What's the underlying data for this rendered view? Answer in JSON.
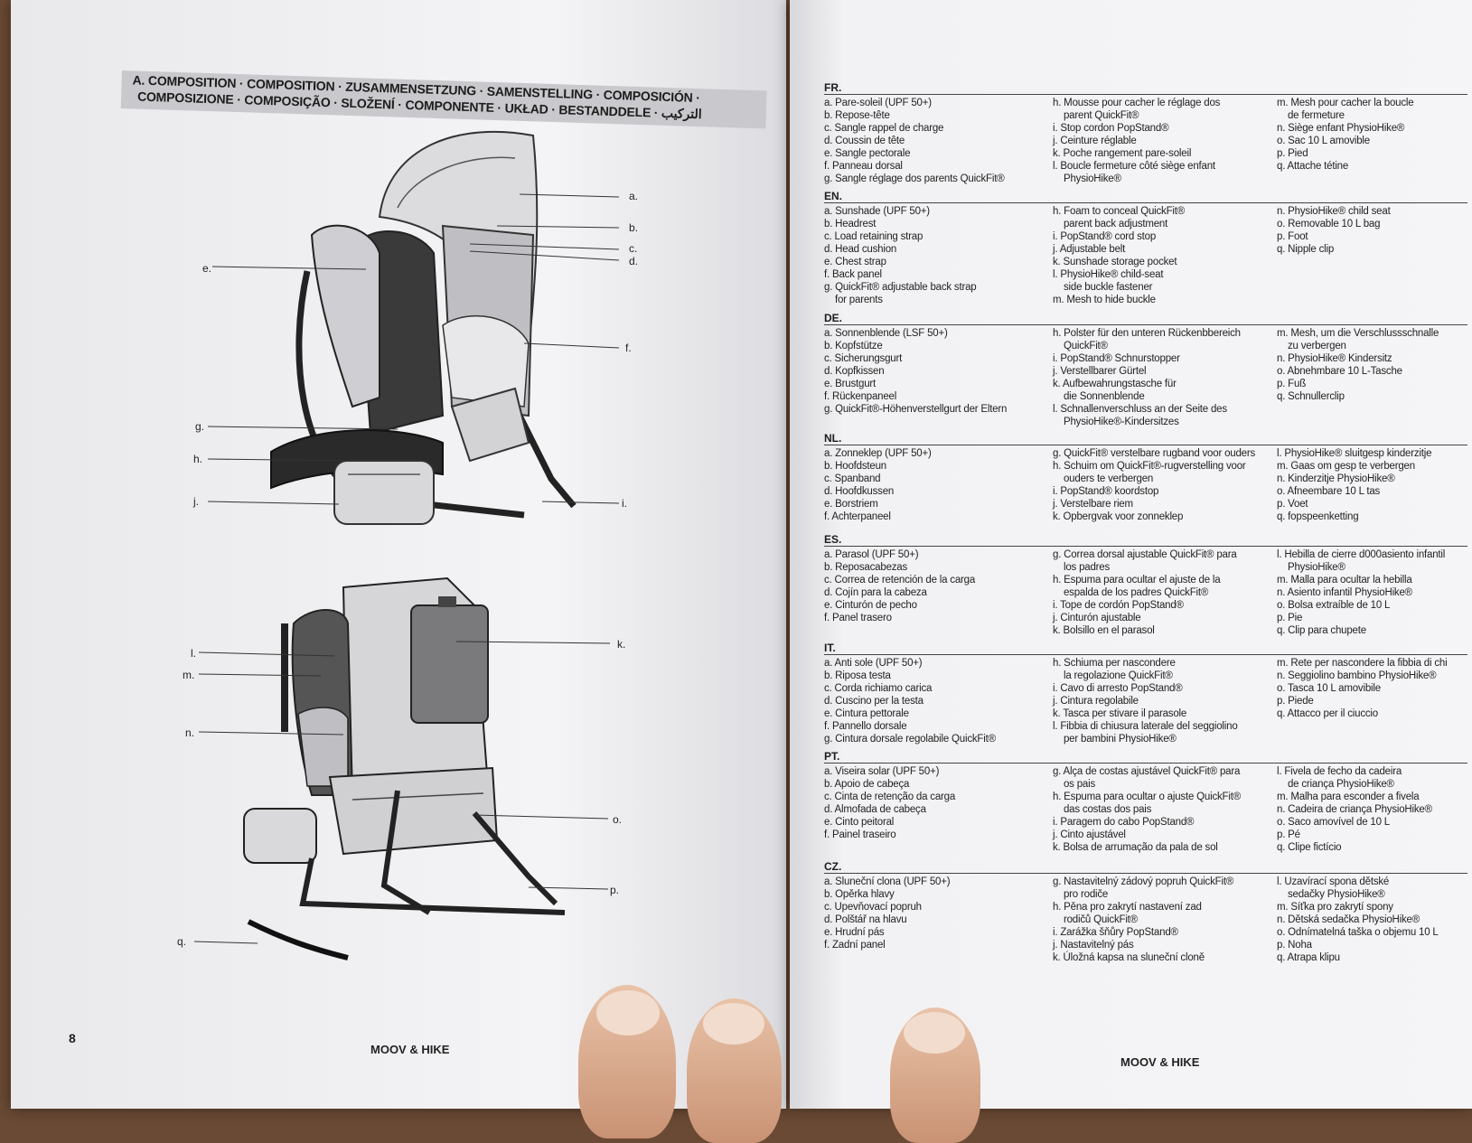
{
  "left_page": {
    "header_line1": "A. COMPOSITION · COMPOSITION · ZUSAMMENSETZUNG · SAMENSTELLING · COMPOSICIÓN ·",
    "header_line2": "COMPOSIZIONE · COMPOSIÇÃO · SLOŽENÍ · COMPONENTE · UKŁAD · BESTANDDELE · التركيب",
    "labels_front": [
      "a.",
      "b.",
      "c.",
      "d.",
      "e.",
      "f.",
      "g.",
      "h.",
      "j.",
      "i."
    ],
    "labels_back": [
      "k.",
      "l.",
      "m.",
      "n.",
      "o.",
      "p.",
      "q."
    ],
    "page_number": "8",
    "footer": "MOOV & HIKE"
  },
  "right_page": {
    "footer": "MOOV & HIKE",
    "languages": [
      {
        "code": "FR.",
        "cols": [
          [
            "a. Pare-soleil (UPF 50+)",
            "b. Repose-tête",
            "c. Sangle rappel de charge",
            "d. Coussin de tête",
            "e. Sangle pectorale",
            "f. Panneau dorsal",
            "g. Sangle réglage dos parents QuickFit®"
          ],
          [
            "h. Mousse pour cacher le réglage dos\n    parent QuickFit®",
            "i. Stop cordon PopStand®",
            "j. Ceinture réglable",
            "k. Poche rangement pare-soleil",
            "l. Boucle fermeture côté siège enfant\n    PhysioHike®"
          ],
          [
            "m. Mesh pour cacher la boucle\n    de fermeture",
            "n. Siège enfant PhysioHike®",
            "o. Sac 10 L amovible",
            "p. Pied",
            "q. Attache tétine"
          ]
        ]
      },
      {
        "code": "EN.",
        "cols": [
          [
            "a. Sunshade (UPF 50+)",
            "b. Headrest",
            "c. Load retaining strap",
            "d. Head cushion",
            "e. Chest strap",
            "f. Back panel",
            "g. QuickFit® adjustable back strap\n    for parents"
          ],
          [
            "h. Foam to conceal QuickFit®\n    parent back adjustment",
            "i. PopStand® cord stop",
            "j. Adjustable belt",
            "k. Sunshade storage pocket",
            "l. PhysioHike® child-seat\n    side buckle fastener",
            "m. Mesh to hide buckle"
          ],
          [
            "n. PhysioHike® child seat",
            "o. Removable 10 L bag",
            "p. Foot",
            "q. Nipple clip"
          ]
        ]
      },
      {
        "code": "DE.",
        "cols": [
          [
            "a. Sonnenblende (LSF 50+)",
            "b. Kopfstütze",
            "c. Sicherungsgurt",
            "d. Kopfkissen",
            "e. Brustgurt",
            "f. Rückenpaneel",
            "g. QuickFit®-Höhenverstellgurt der Eltern"
          ],
          [
            "h. Polster für den unteren Rückenbbereich\n    QuickFit®",
            "i. PopStand® Schnurstopper",
            "j. Verstellbarer Gürtel",
            "k. Aufbewahrungstasche für\n    die Sonnenblende",
            "l. Schnallenverschluss an der Seite des\n    PhysioHike®-Kindersitzes"
          ],
          [
            "m. Mesh, um die Verschlussschnalle\n    zu verbergen",
            "n. PhysioHike® Kindersitz",
            "o. Abnehmbare 10 L-Tasche",
            "p. Fuß",
            "q. Schnullerclip"
          ]
        ]
      },
      {
        "code": "NL.",
        "cols": [
          [
            "a. Zonneklep (UPF 50+)",
            "b. Hoofdsteun",
            "c. Spanband",
            "d. Hoofdkussen",
            "e. Borstriem",
            "f. Achterpaneel"
          ],
          [
            "g. QuickFit® verstelbare rugband voor ouders",
            "h. Schuim om QuickFit®-rugverstelling voor\n    ouders te verbergen",
            "i. PopStand® koordstop",
            "j. Verstelbare riem",
            "k. Opbergvak voor zonneklep"
          ],
          [
            "l. PhysioHike® sluitgesp kinderzitje",
            "m. Gaas om gesp te verbergen",
            "n. Kinderzitje PhysioHike®",
            "o. Afneembare 10 L tas",
            "p. Voet",
            "q. fopspeenketting"
          ]
        ]
      },
      {
        "code": "ES.",
        "cols": [
          [
            "a. Parasol (UPF 50+)",
            "b. Reposacabezas",
            "c. Correa de retención de la carga",
            "d. Cojín para la cabeza",
            "e. Cinturón de pecho",
            "f. Panel trasero"
          ],
          [
            "g. Correa dorsal ajustable QuickFit® para\n    los padres",
            "h. Espuma para ocultar el ajuste de la\n    espalda de los padres QuickFit®",
            "i. Tope de cordón PopStand®",
            "j. Cinturón ajustable",
            "k. Bolsillo en el parasol"
          ],
          [
            "l. Hebilla de cierre d000asiento infantil\n    PhysioHike®",
            "m. Malla para ocultar la hebilla",
            "n. Asiento infantil PhysioHike®",
            "o. Bolsa extraíble de 10 L",
            "p. Pie",
            "q. Clip para chupete"
          ]
        ]
      },
      {
        "code": "IT.",
        "cols": [
          [
            "a. Anti sole (UPF 50+)",
            "b. Riposa testa",
            "c. Corda richiamo carica",
            "d. Cuscino per la testa",
            "e. Cintura pettorale",
            "f. Pannello dorsale",
            "g. Cintura dorsale regolabile QuickFit®"
          ],
          [
            "h. Schiuma per nascondere\n    la regolazione QuickFit®",
            "i. Cavo di arresto PopStand®",
            "j. Cintura regolabile",
            "k. Tasca per stivare il parasole",
            "l. Fibbia di chiusura laterale del seggiolino\n    per bambini PhysioHike®"
          ],
          [
            "m. Rete per nascondere la fibbia di chi",
            "n. Seggiolino bambino PhysioHike®",
            "o. Tasca 10 L amovibile",
            "p. Piede",
            "q. Attacco per il ciuccio"
          ]
        ]
      },
      {
        "code": "PT.",
        "cols": [
          [
            "a. Viseira solar (UPF 50+)",
            "b. Apoio de cabeça",
            "c. Cinta de retenção da carga",
            "d. Almofada de cabeça",
            "e. Cinto peitoral",
            "f. Painel traseiro"
          ],
          [
            "g. Alça de costas ajustável QuickFit® para\n    os pais",
            "h. Espuma para ocultar o ajuste QuickFit®\n    das costas dos pais",
            "i. Paragem do cabo PopStand®",
            "j. Cinto ajustável",
            "k. Bolsa de arrumação da pala de sol"
          ],
          [
            "l. Fivela de fecho da cadeira\n    de criança PhysioHike®",
            "m. Malha para esconder a fivela",
            "n. Cadeira de criança PhysioHike®",
            "o. Saco amovível de 10 L",
            "p. Pé",
            "q. Clipe fictício"
          ]
        ]
      },
      {
        "code": "CZ.",
        "cols": [
          [
            "a. Sluneční clona (UPF 50+)",
            "b. Opěrka hlavy",
            "c. Upevňovací popruh",
            "d. Polštář na hlavu",
            "e. Hrudní pás",
            "f. Zadní panel"
          ],
          [
            "g. Nastavitelný zádový popruh QuickFit®\n    pro rodiče",
            "h. Pěna pro zakrytí nastavení zad\n    rodičů QuickFit®",
            "i. Zarážka šňůry PopStand®",
            "j. Nastavitelný pás",
            "k. Úložná kapsa na sluneční cloně"
          ],
          [
            "l. Uzavírací spona dětské\n    sedačky PhysioHike®",
            "m. Síťka pro zakrytí spony",
            "n. Dětská sedačka PhysioHike®",
            "o. Odnímatelná taška o objemu 10 L",
            "p. Noha",
            "q. Atrapa klipu"
          ]
        ]
      }
    ]
  }
}
